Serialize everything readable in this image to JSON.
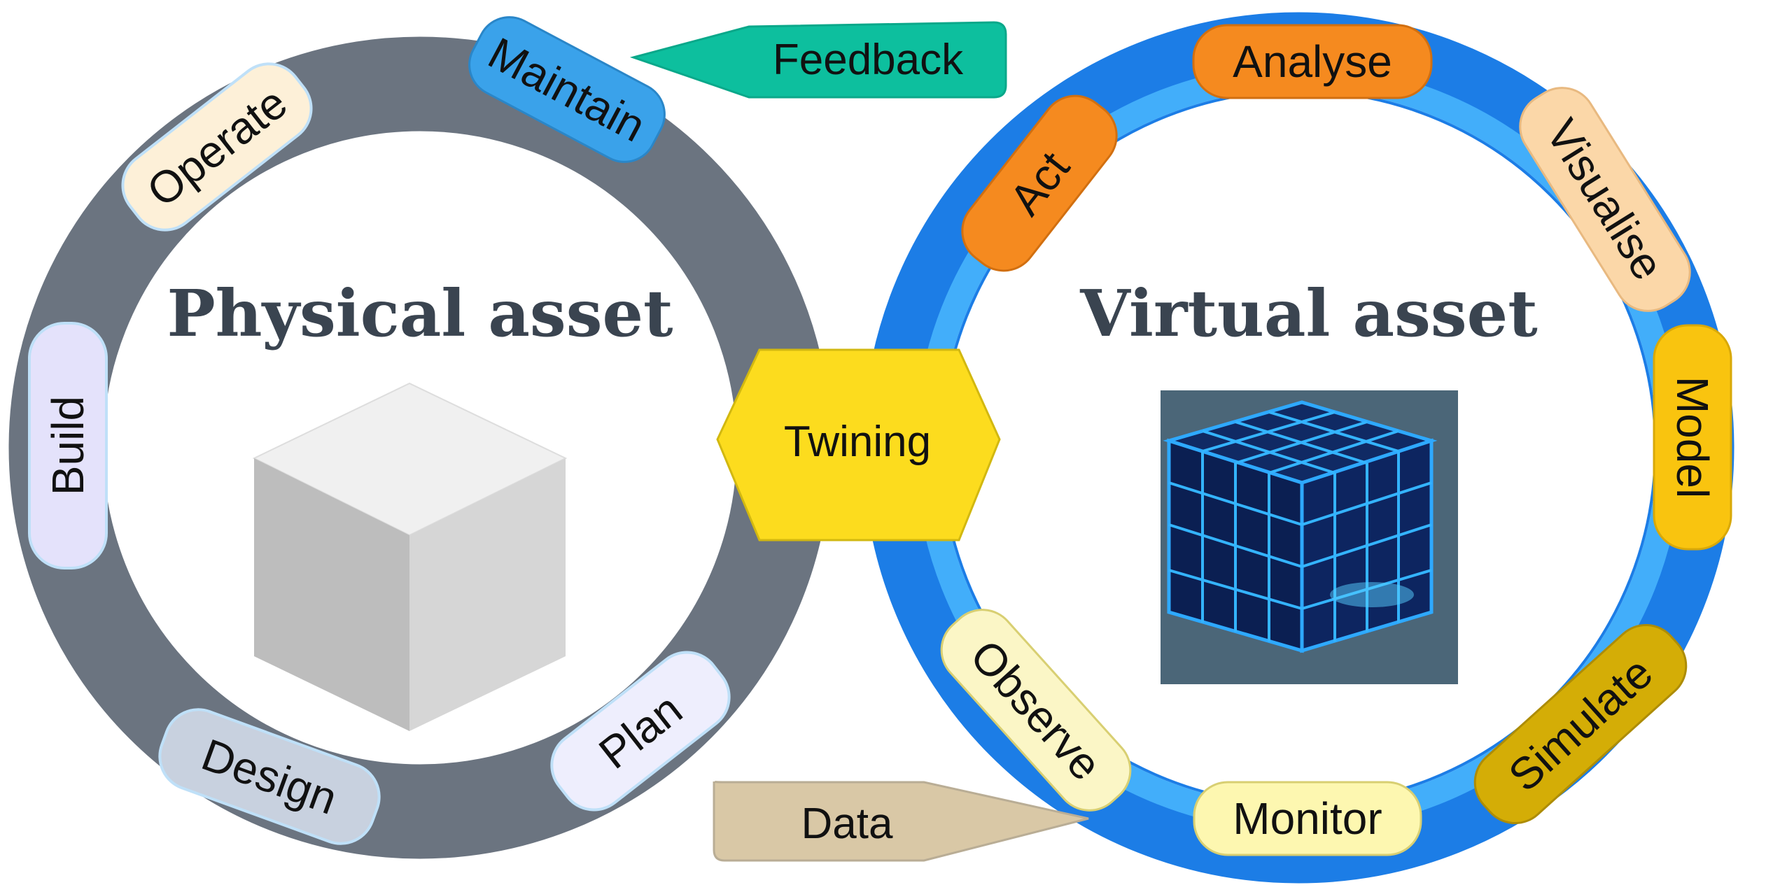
{
  "physical": {
    "title": "Physical asset",
    "ring_color": "#6b7480",
    "stages": [
      {
        "label": "Maintain",
        "fill": "#3aa2ea"
      },
      {
        "label": "Operate",
        "fill": "#fdf0d8"
      },
      {
        "label": "Build",
        "fill": "#e4e2fb"
      },
      {
        "label": "Design",
        "fill": "#c8d1df"
      },
      {
        "label": "Plan",
        "fill": "#eeeefd"
      }
    ]
  },
  "virtual": {
    "title": "Virtual asset",
    "ring_color": "#1c7de6",
    "inner_ring_color": "#42aefa",
    "stages": [
      {
        "label": "Analyse",
        "fill": "#f58a1f"
      },
      {
        "label": "Act",
        "fill": "#f58a1f"
      },
      {
        "label": "Visualise",
        "fill": "#fbd7a8"
      },
      {
        "label": "Model",
        "fill": "#f9c40f"
      },
      {
        "label": "Simulate",
        "fill": "#d4ad06"
      },
      {
        "label": "Monitor",
        "fill": "#fdf7b0"
      },
      {
        "label": "Observe",
        "fill": "#fbf6c6"
      }
    ]
  },
  "center": {
    "label": "Twining",
    "fill": "#fcdc1e"
  },
  "feedback": {
    "label": "Feedback",
    "fill": "#0dbf9e"
  },
  "data_flow": {
    "label": "Data",
    "fill": "#d9c8a6"
  }
}
